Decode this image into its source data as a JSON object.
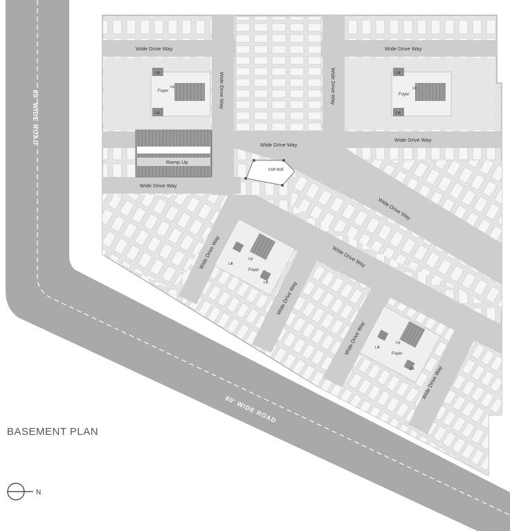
{
  "title": "BASEMENT PLAN",
  "north_label": "N",
  "roads": {
    "top_road_label": "80' WIDE ROAD",
    "bottom_road_label": "80' WIDE ROAD"
  },
  "driveways": {
    "top_left": "Wide Drive Way",
    "top_right": "Wide Drive Way",
    "middle_center": "Wide Drive Way",
    "middle_right": "Wide Drive Way",
    "lower_left": "Wide Drive Way",
    "vertical_left": "Wide Drive Way",
    "vertical_right": "Wide Drive Way",
    "diagonal_main": "Wide Drive Way",
    "diagonal_mid": "Wide Drive Way",
    "slant_a": "Wide Drive Way",
    "slant_b": "Wide Drive Way",
    "slant_c": "Wide Drive Way",
    "slant_d": "Wide Drive Way"
  },
  "ramp_label": "Ramp Up",
  "cutout_label": "cut-out",
  "cores": {
    "lift": "Lift",
    "foyer": "Foyer",
    "up": "Up"
  },
  "colors": {
    "road": "#a9a9a9",
    "driveway": "#cdcdcd",
    "parking_floor": "#e6e6e6",
    "car": "#ffffff",
    "core": "#d0d0d0"
  }
}
